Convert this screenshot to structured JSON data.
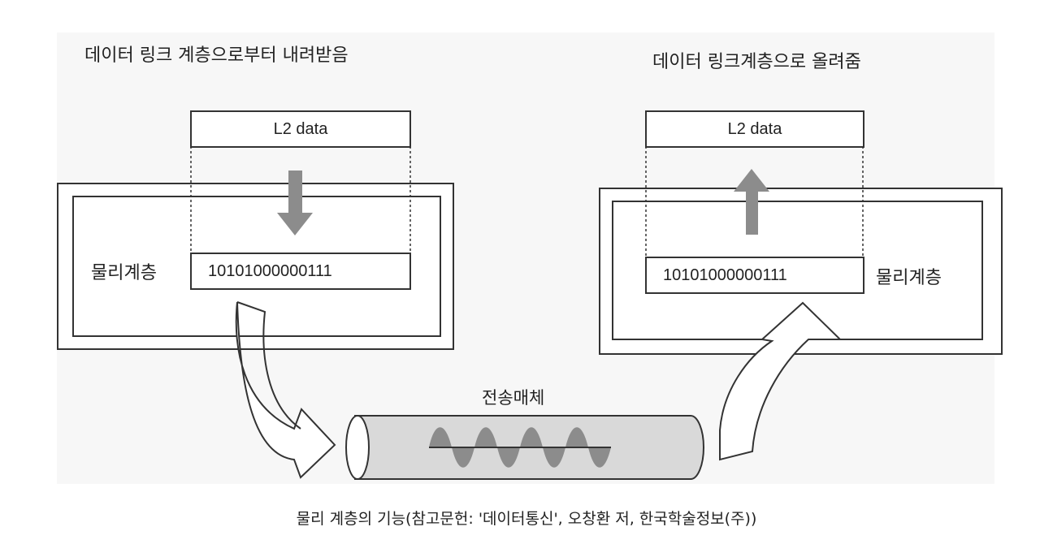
{
  "diagram": {
    "sender": {
      "heading": "데이터 링크 계층으로부터 내려받음",
      "l2_label": "L2 data",
      "layer_label": "물리계층",
      "bits": "10101000000111"
    },
    "receiver": {
      "heading": "데이터 링크계층으로 올려줌",
      "l2_label": "L2 data",
      "layer_label": "물리계층",
      "bits": "10101000000111"
    },
    "medium_label": "전송매체",
    "caption": "물리  계층의 기능(참고문헌: '데이터통신', 오창환 저, 한국학술정보(주))"
  },
  "colors": {
    "arrow_gray": "#8c8c8c",
    "wave_gray": "#8c8c8c",
    "cylinder_fill": "#d9d9d9",
    "line": "#333333"
  }
}
